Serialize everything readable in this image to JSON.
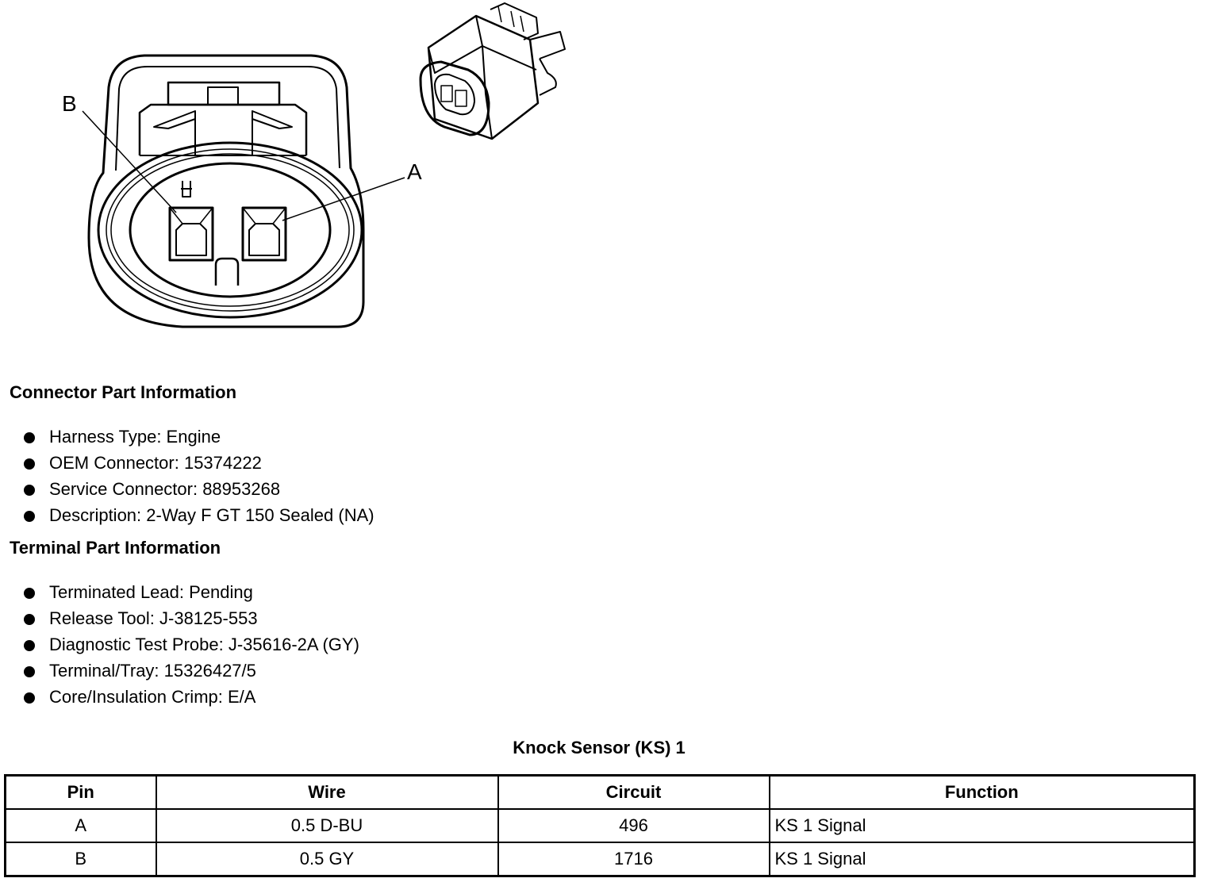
{
  "diagram": {
    "pin_labels": [
      "B",
      "A"
    ]
  },
  "connector_section": {
    "title": "Connector Part Information",
    "items": [
      "Harness Type: Engine",
      "OEM Connector: 15374222",
      "Service Connector: 88953268",
      "Description: 2-Way F GT 150 Sealed (NA)"
    ]
  },
  "terminal_section": {
    "title": "Terminal Part Information",
    "items": [
      "Terminated Lead: Pending",
      "Release Tool: J-38125-553",
      "Diagnostic Test Probe: J-35616-2A (GY)",
      "Terminal/Tray: 15326427/5",
      "Core/Insulation Crimp: E/A"
    ]
  },
  "pin_table": {
    "title": "Knock Sensor (KS) 1",
    "headers": [
      "Pin",
      "Wire",
      "Circuit",
      "Function"
    ],
    "rows": [
      [
        "A",
        "0.5 D-BU",
        "496",
        "KS 1 Signal"
      ],
      [
        "B",
        "0.5 GY",
        "1716",
        "KS 1 Signal"
      ]
    ]
  }
}
